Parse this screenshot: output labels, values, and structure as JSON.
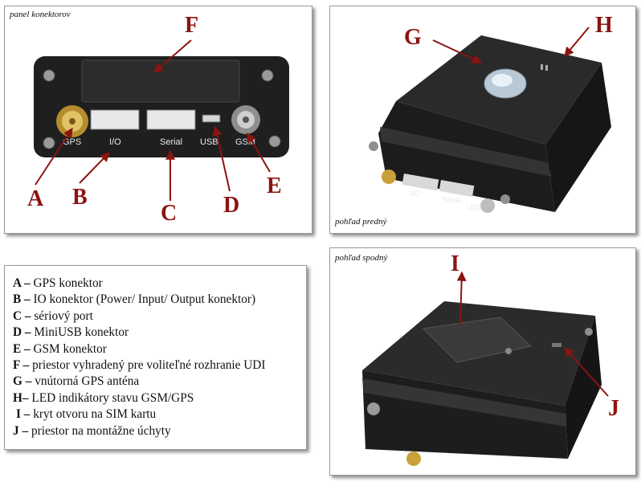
{
  "panels": {
    "connector": {
      "caption": "panel konektorov",
      "letters": {
        "A": "A",
        "B": "B",
        "C": "C",
        "D": "D",
        "E": "E",
        "F": "F"
      },
      "ports": [
        "GPS",
        "I/O",
        "Serial",
        "USB",
        "GSM"
      ]
    },
    "front": {
      "caption": "pohľad predný",
      "letters": {
        "G": "G",
        "H": "H"
      },
      "ports": [
        "I/O",
        "Serial",
        "USB"
      ]
    },
    "bottom": {
      "caption": "pohľad spodný",
      "letters": {
        "I": "I",
        "J": "J"
      }
    }
  },
  "legend": [
    {
      "key": "A",
      "sep": " – ",
      "text": "GPS konektor"
    },
    {
      "key": "B",
      "sep": " – ",
      "text": "IO konektor (Power/ Input/ Output konektor)"
    },
    {
      "key": "C",
      "sep": " – ",
      "text": "sériový port"
    },
    {
      "key": "D",
      "sep": " – ",
      "text": "MiniUSB konektor"
    },
    {
      "key": "E",
      "sep": " – ",
      "text": "GSM konektor"
    },
    {
      "key": "F",
      "sep": " – ",
      "text": "priestor vyhradený pre voliteľné rozhranie UDI"
    },
    {
      "key": "G",
      "sep": " – ",
      "text": "vnútorná GPS anténa"
    },
    {
      "key": "H",
      "sep": "– ",
      "text": "LED indikátory stavu GSM/GPS"
    },
    {
      "key": "I",
      "sep": " – ",
      "text": "kryt otvoru na SIM kartu"
    },
    {
      "key": "J",
      "sep": " – ",
      "text": "priestor na montážne úchyty"
    }
  ],
  "colors": {
    "label": "#8b1410",
    "device": "#232323",
    "gold": "#c9a13a"
  }
}
